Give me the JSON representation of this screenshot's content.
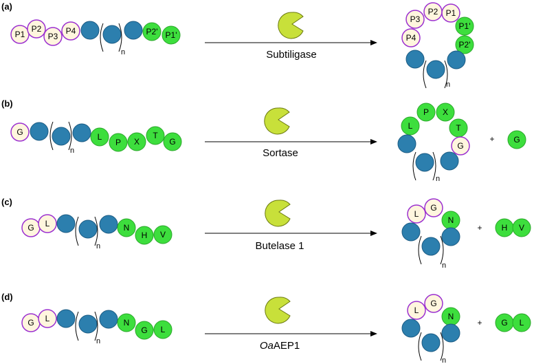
{
  "colors": {
    "purple_ring": "#9b30d0",
    "cream_fill": "#fff6de",
    "green_fill": "#3dde3d",
    "green_stroke": "#2aa62a",
    "blue_fill": "#2c7fae",
    "blue_stroke": "#1b5a82",
    "enzyme_fill": "#c8e03a",
    "enzyme_stroke": "#6b7a10"
  },
  "panels": [
    {
      "label": "(a)",
      "substrate": [
        "P1",
        "P2",
        "P3",
        "P4",
        "",
        "",
        "",
        "P2'",
        "P1'"
      ],
      "repeat_subscript": "n",
      "enzyme": "Subtiligase",
      "enzyme_italic": "",
      "product_ring": [
        "P3",
        "P2",
        "P1",
        "P1'",
        "P2'",
        "P4"
      ],
      "byproduct": []
    },
    {
      "label": "(b)",
      "substrate": [
        "G",
        "",
        "",
        "",
        "L",
        "P",
        "X",
        "T",
        "G"
      ],
      "repeat_subscript": "n",
      "enzyme": "Sortase",
      "enzyme_italic": "",
      "product_ring": [
        "L",
        "P",
        "X",
        "T",
        "G"
      ],
      "plus": "+",
      "byproduct": [
        "G"
      ]
    },
    {
      "label": "(c)",
      "substrate": [
        "G",
        "L",
        "",
        "",
        "",
        "N",
        "H",
        "V"
      ],
      "repeat_subscript": "n",
      "enzyme": "Butelase 1",
      "enzyme_italic": "",
      "product_ring": [
        "L",
        "G",
        "N"
      ],
      "plus": "+",
      "byproduct": [
        "H",
        "V"
      ]
    },
    {
      "label": "(d)",
      "substrate": [
        "G",
        "L",
        "",
        "",
        "",
        "N",
        "G",
        "L"
      ],
      "repeat_subscript": "n",
      "enzyme": "AEP1",
      "enzyme_italic": "Oa",
      "product_ring": [
        "L",
        "G",
        "N"
      ],
      "plus": "+",
      "byproduct": [
        "G",
        "L"
      ]
    }
  ]
}
